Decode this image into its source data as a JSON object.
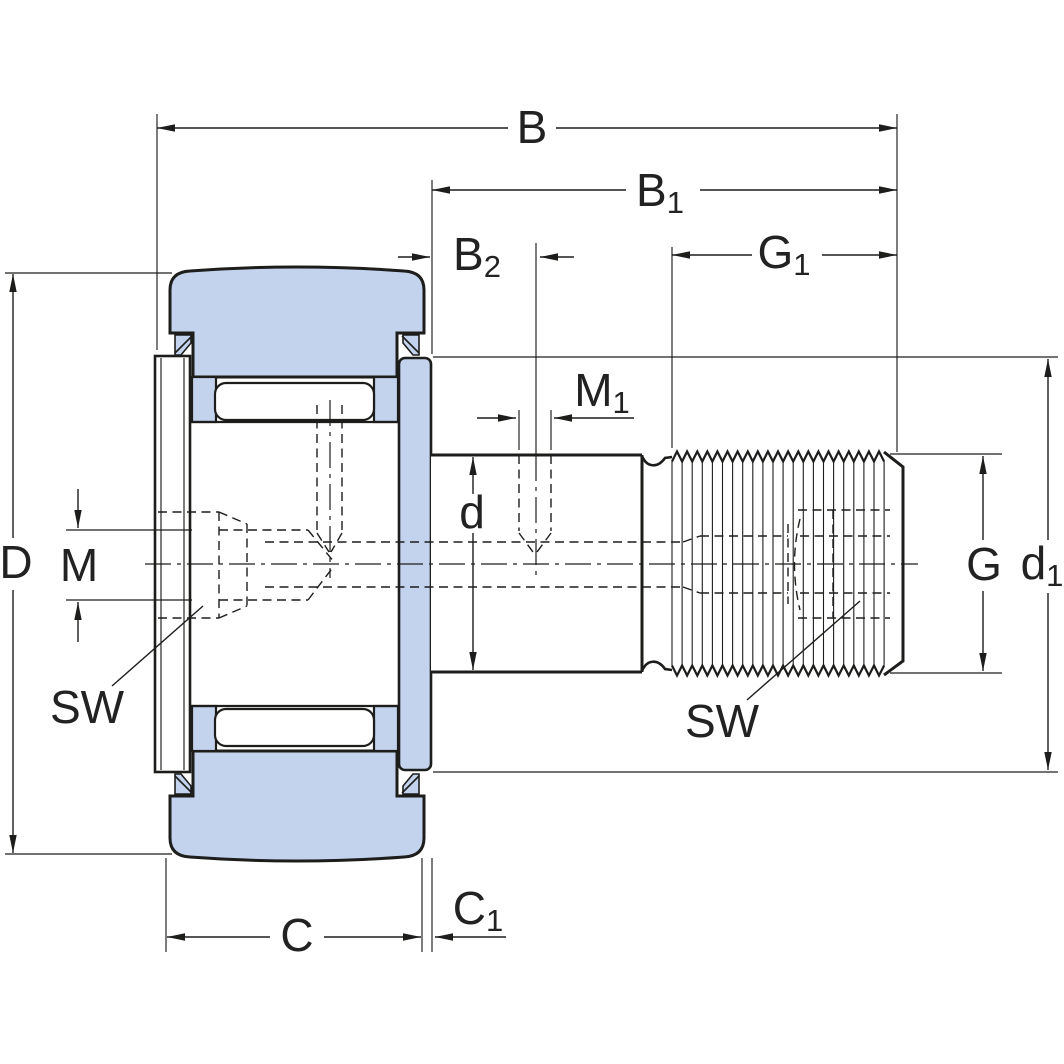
{
  "colors": {
    "bearing_fill": "#c3d3ee",
    "line_color": "#1d1d1b",
    "background": "#ffffff"
  },
  "dimensions": {
    "b": {
      "text": "B",
      "sub": ""
    },
    "b1": {
      "text": "B",
      "sub": "1"
    },
    "b2": {
      "text": "B",
      "sub": "2"
    },
    "g1": {
      "text": "G",
      "sub": "1"
    },
    "m1": {
      "text": "M",
      "sub": "1"
    },
    "d": {
      "text": "d",
      "sub": ""
    },
    "big_d": {
      "text": "D",
      "sub": ""
    },
    "m": {
      "text": "M",
      "sub": ""
    },
    "g": {
      "text": "G",
      "sub": ""
    },
    "d1": {
      "text": "d",
      "sub": "1"
    },
    "c": {
      "text": "C",
      "sub": ""
    },
    "c1": {
      "text": "C",
      "sub": "1"
    },
    "sw_left": {
      "text": "SW",
      "sub": ""
    },
    "sw_right": {
      "text": "SW",
      "sub": ""
    }
  }
}
